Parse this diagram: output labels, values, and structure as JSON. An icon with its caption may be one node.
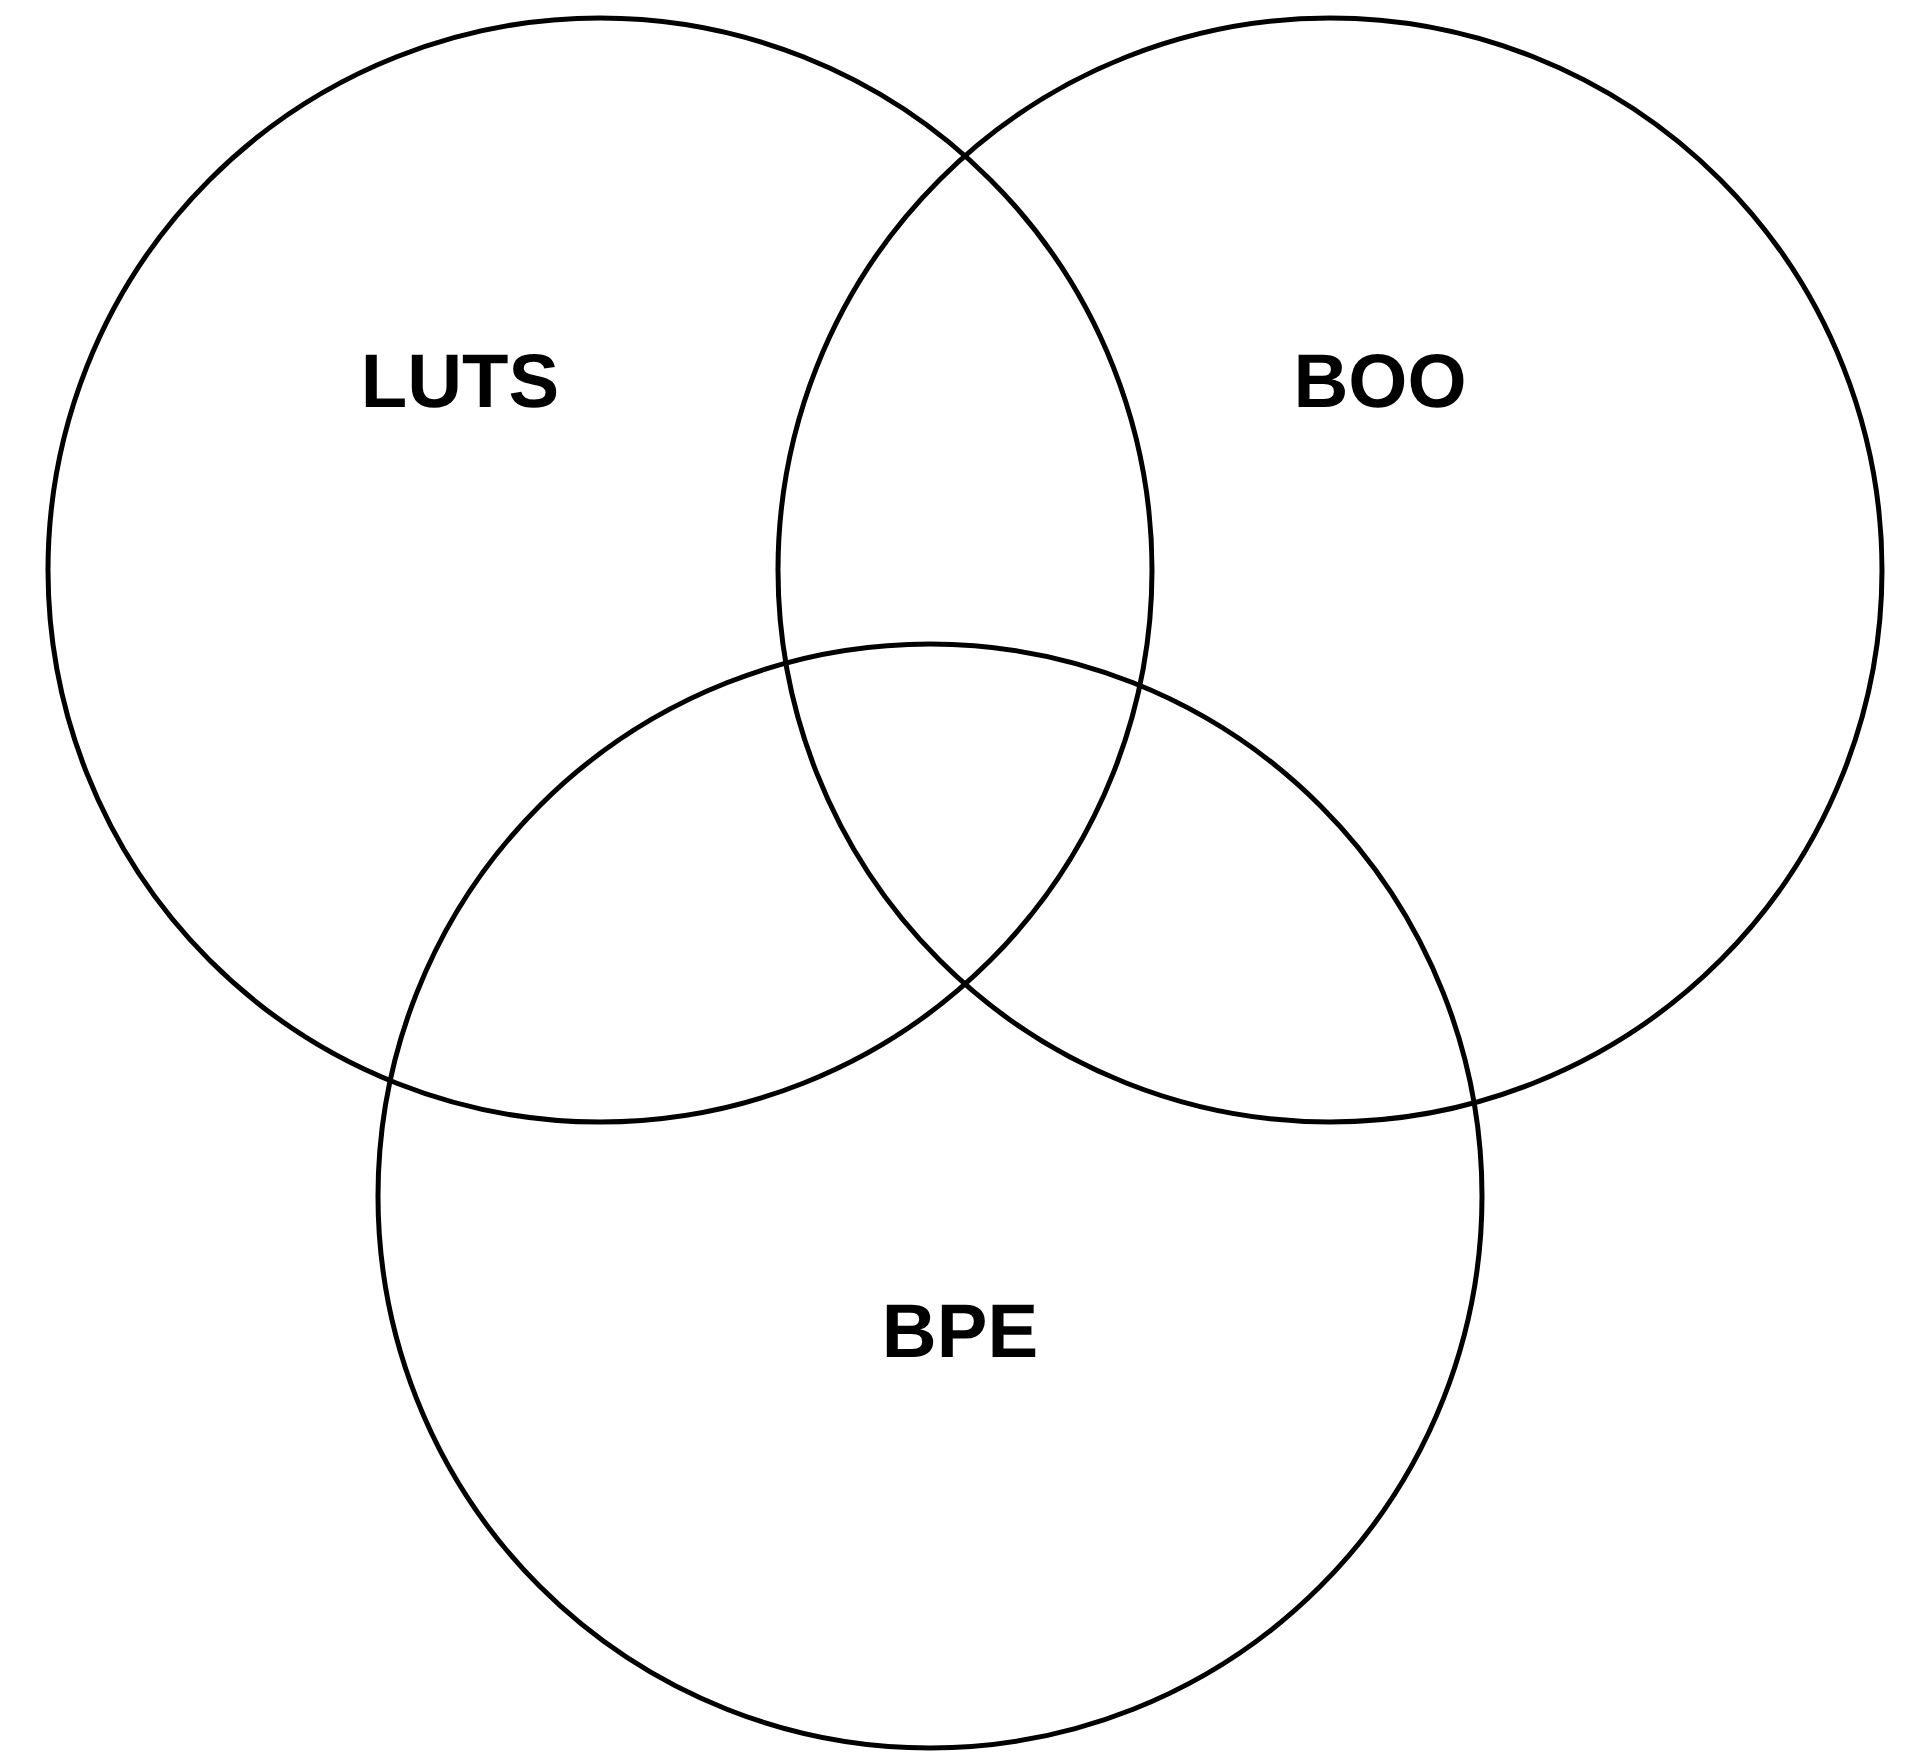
{
  "diagram": {
    "nodes": [
      {
        "text": [
          "LUTS"
        ]
      },
      {
        "text": [
          "BOO"
        ]
      },
      {
        "text": [
          "BPE"
        ]
      }
    ],
    "edges": []
  }
}
